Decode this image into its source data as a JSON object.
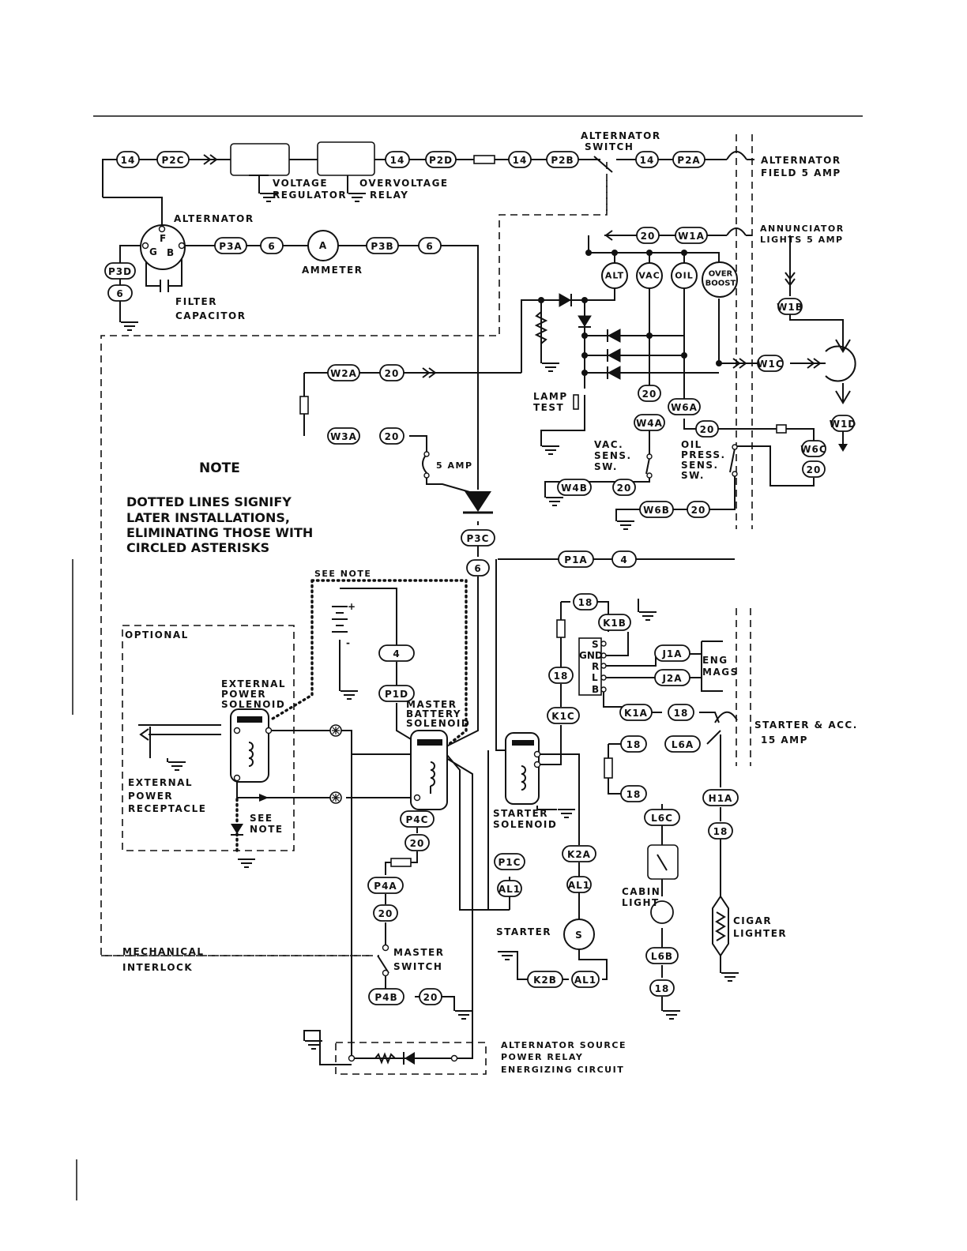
{
  "labels": {
    "alternator_switch": [
      "ALTERNATOR",
      "SWITCH"
    ],
    "alternator_field": [
      "ALTERNATOR",
      "FIELD 5 AMP"
    ],
    "voltage_regulator": [
      "VOLTAGE",
      "REGULATOR"
    ],
    "overvoltage_relay": [
      "OVERVOLTAGE",
      "RELAY"
    ],
    "alternator": "ALTERNATOR",
    "alt_terminals": [
      "F",
      "G",
      "B"
    ],
    "ammeter_symbol": "A",
    "ammeter": "AMMETER",
    "filter_capacitor": [
      "FILTER",
      "CAPACITOR"
    ],
    "annunciator": [
      "ANNUNCIATOR",
      "LIGHTS 5 AMP"
    ],
    "lamps": [
      "ALT",
      "VAC",
      "OIL",
      "OVER",
      "BOOST"
    ],
    "lamp_test": [
      "LAMP",
      "TEST"
    ],
    "five_amp": "5 AMP",
    "vac_sens": [
      "VAC.",
      "SENS.",
      "SW."
    ],
    "oil_press": [
      "OIL",
      "PRESS.",
      "SENS.",
      "SW."
    ],
    "note_title": "NOTE",
    "note_lines": [
      "DOTTED LINES SIGNIFY",
      "LATER INSTALLATIONS,",
      "ELIMINATING THOSE WITH",
      "CIRCLED ASTERISKS"
    ],
    "see_note": "SEE NOTE",
    "see_note_stacked": [
      "SEE",
      "NOTE"
    ],
    "optional": "OPTIONAL",
    "external_power_solenoid": [
      "EXTERNAL",
      "POWER",
      "SOLENOID"
    ],
    "external_power_receptacle": [
      "EXTERNAL",
      "POWER",
      "RECEPTACLE"
    ],
    "master_battery_solenoid": [
      "MASTER",
      "BATTERY",
      "SOLENOID"
    ],
    "battery_plus": "+",
    "battery_minus": "-",
    "mag_terminals": [
      "S",
      "GND",
      "R",
      "L",
      "B"
    ],
    "eng_mags": [
      "ENG",
      "MAGS"
    ],
    "starter_acc": [
      "STARTER & ACC.",
      "15 AMP"
    ],
    "starter_solenoid": [
      "STARTER",
      "SOLENOID"
    ],
    "starter": "STARTER",
    "starter_symbol": "S",
    "cabin_light": [
      "CABIN",
      "LIGHT"
    ],
    "cigar_lighter": [
      "CIGAR",
      "LIGHTER"
    ],
    "master_switch": [
      "MASTER",
      "SWITCH"
    ],
    "mechanical_interlock": [
      "MECHANICAL",
      "INTERLOCK"
    ],
    "alt_source_relay": [
      "ALTERNATOR SOURCE",
      "POWER RELAY",
      "ENERGIZING CIRCUIT"
    ]
  },
  "wire_tags": [
    "14",
    "P2C",
    "14",
    "P2D",
    "14",
    "P2B",
    "14",
    "P2A",
    "P3A",
    "6",
    "P3B",
    "6",
    "P3D",
    "6",
    "20",
    "W1A",
    "W1B",
    "W1C",
    "W1D",
    "W2A",
    "20",
    "W3A",
    "20",
    "20",
    "W4A",
    "W6A",
    "20",
    "W6C",
    "20",
    "W4B",
    "20",
    "W6B",
    "20",
    "P3C",
    "6",
    "P1A",
    "4",
    "4",
    "P1D",
    "18",
    "K1B",
    "J1A",
    "J2A",
    "18",
    "K1C",
    "K1A",
    "18",
    "18",
    "L6A",
    "18",
    "L6C",
    "H1A",
    "18",
    "P4C",
    "20",
    "P4A",
    "20",
    "P4B",
    "20",
    "P1C",
    "AL1",
    "K2A",
    "AL1",
    "K2B",
    "AL1",
    "L6B",
    "18"
  ]
}
